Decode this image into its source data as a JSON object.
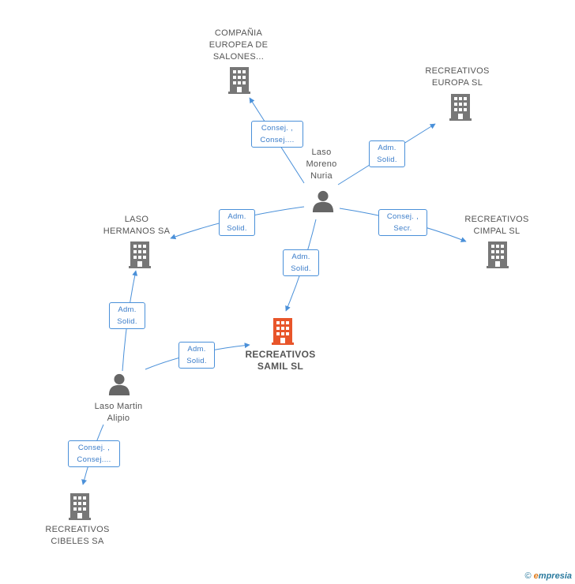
{
  "colors": {
    "edge": "#4a90d9",
    "company": "#777777",
    "company_main": "#e8552a",
    "person": "#666666"
  },
  "nodes": {
    "samil": {
      "lines": [
        "RECREATIVOS",
        "SAMIL SL"
      ],
      "kind": "company-main"
    },
    "compania": {
      "lines": [
        "COMPAÑIA",
        "EUROPEA DE",
        "SALONES..."
      ],
      "kind": "company"
    },
    "europa": {
      "lines": [
        "RECREATIVOS",
        "EUROPA SL"
      ],
      "kind": "company"
    },
    "cimpal": {
      "lines": [
        "RECREATIVOS",
        "CIMPAL  SL"
      ],
      "kind": "company"
    },
    "hermanos": {
      "lines": [
        "LASO",
        "HERMANOS SA"
      ],
      "kind": "company"
    },
    "cibeles": {
      "lines": [
        "RECREATIVOS",
        "CIBELES SA"
      ],
      "kind": "company"
    },
    "nuria": {
      "lines": [
        "Laso",
        "Moreno",
        "Nuria"
      ],
      "kind": "person"
    },
    "alipio": {
      "lines": [
        "Laso Martin",
        "Alipio"
      ],
      "kind": "person"
    }
  },
  "edges": [
    {
      "id": "nuria-compania",
      "lines": [
        "Consej. ,",
        "Consej...."
      ]
    },
    {
      "id": "nuria-europa",
      "lines": [
        "Adm.",
        "Solid."
      ]
    },
    {
      "id": "nuria-hermanos",
      "lines": [
        "Adm.",
        "Solid."
      ]
    },
    {
      "id": "nuria-cimpal",
      "lines": [
        "Consej. ,",
        "Secr."
      ]
    },
    {
      "id": "nuria-samil",
      "lines": [
        "Adm.",
        "Solid."
      ]
    },
    {
      "id": "alipio-hermanos",
      "lines": [
        "Adm.",
        "Solid."
      ]
    },
    {
      "id": "alipio-samil",
      "lines": [
        "Adm.",
        "Solid."
      ]
    },
    {
      "id": "alipio-cibeles",
      "lines": [
        "Consej. ,",
        "Consej...."
      ]
    }
  ],
  "footer": {
    "copyright": "©",
    "brand_initial": "e",
    "brand_rest": "mpresia"
  }
}
